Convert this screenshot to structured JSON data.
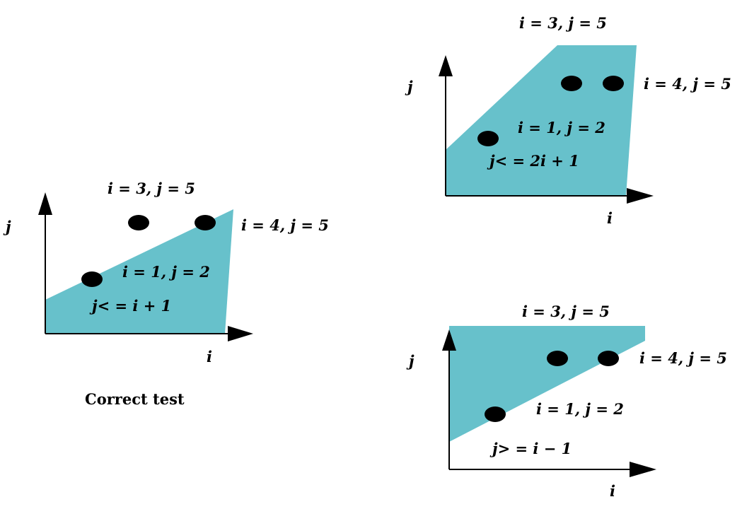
{
  "colors": {
    "region": "#67c1cb",
    "ink": "#000000"
  },
  "panels": [
    {
      "id": "left",
      "axis_x_label": "i",
      "axis_y_label": "j",
      "point_label_top": "i = 3, j = 5",
      "point_label_right": "i = 4, j = 5",
      "point_label_mid": "i = 1, j = 2",
      "constraint": "j< = i + 1",
      "caption": "Correct test"
    },
    {
      "id": "top-right",
      "axis_x_label": "i",
      "axis_y_label": "j",
      "point_label_top": "i = 3, j = 5",
      "point_label_right": "i = 4, j = 5",
      "point_label_mid": "i = 1, j = 2",
      "constraint": "j< = 2i + 1"
    },
    {
      "id": "bottom-right",
      "axis_x_label": "i",
      "axis_y_label": "j",
      "point_label_top": "i = 3, j = 5",
      "point_label_right": "i = 4, j = 5",
      "point_label_mid": "i = 1, j = 2",
      "constraint": "j> = i − 1"
    }
  ]
}
